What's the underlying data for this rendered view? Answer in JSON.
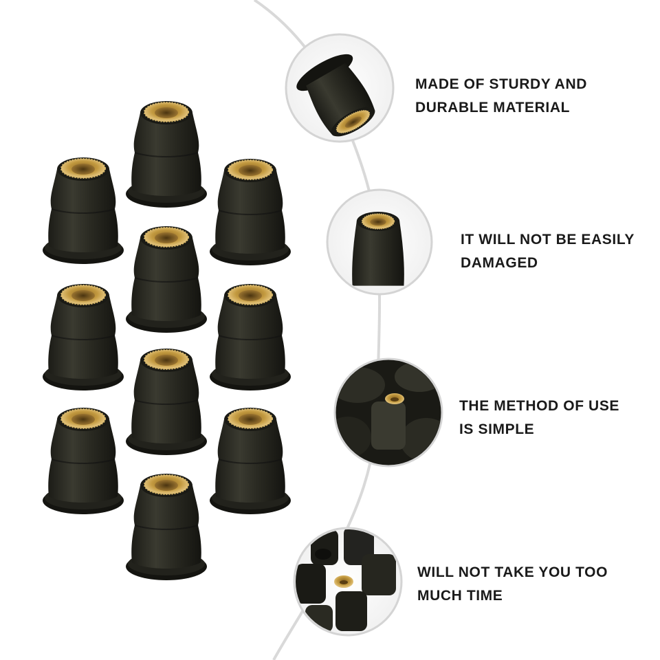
{
  "colors": {
    "background": "#ffffff",
    "rubber": "#26261f",
    "rubber_highlight": "#3d3d33",
    "brass": "#c8a24a",
    "brass_dark": "#7a5a1e",
    "connector_line": "#d9d9d9",
    "circle_border": "#d4d4d4",
    "text": "#1a1a1a"
  },
  "features": [
    {
      "lines": [
        "MADE OF STURDY AND",
        "DURABLE MATERIAL"
      ],
      "icon": "single-nut-closeup"
    },
    {
      "lines": [
        "IT WILL NOT BE EASILY",
        "DAMAGED"
      ],
      "icon": "nut-top-view"
    },
    {
      "lines": [
        "THE METHOD OF USE",
        "IS SIMPLE"
      ],
      "icon": "nut-in-pile"
    },
    {
      "lines": [
        "WILL NOT TAKE YOU TOO",
        "MUCH TIME"
      ],
      "icon": "pile-of-nuts"
    }
  ]
}
